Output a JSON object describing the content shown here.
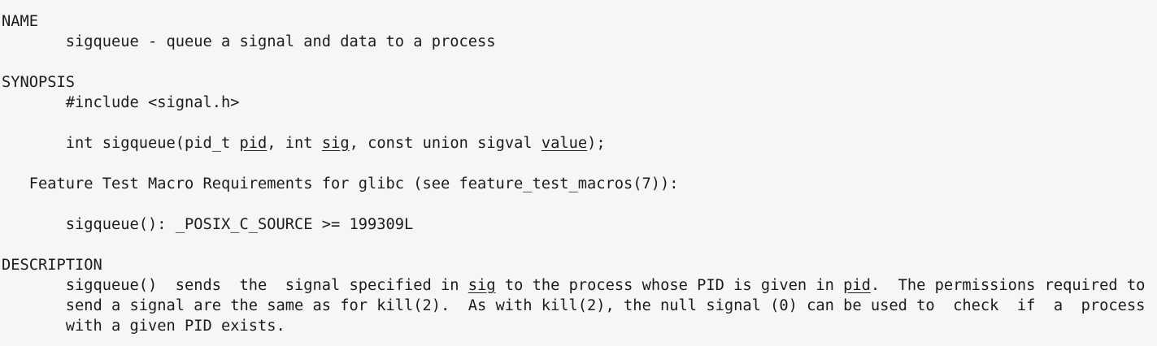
{
  "page": {
    "background_color": "#f6f6f6",
    "text_color": "#1c1c1c",
    "document_type": "man-page"
  },
  "man_page": {
    "lines": [
      {
        "name": "section-heading-name",
        "segments": [
          {
            "t": "NAME"
          }
        ]
      },
      {
        "name": "name-summary-line",
        "segments": [
          {
            "t": "       sigqueue - queue a signal and data to a process"
          }
        ]
      },
      {
        "name": "blank-line",
        "segments": []
      },
      {
        "name": "section-heading-synopsis",
        "segments": [
          {
            "t": "SYNOPSIS"
          }
        ]
      },
      {
        "name": "synopsis-include-line",
        "segments": [
          {
            "t": "       #include <signal.h>"
          }
        ]
      },
      {
        "name": "blank-line",
        "segments": []
      },
      {
        "name": "synopsis-prototype-line",
        "segments": [
          {
            "t": "       int sigqueue(pid_t "
          },
          {
            "t": "pid",
            "u": true
          },
          {
            "t": ", int "
          },
          {
            "t": "sig",
            "u": true
          },
          {
            "t": ", const union sigval "
          },
          {
            "t": "value",
            "u": true
          },
          {
            "t": ");"
          }
        ]
      },
      {
        "name": "blank-line",
        "segments": []
      },
      {
        "name": "feature-test-macro-heading-line",
        "segments": [
          {
            "t": "   Feature Test Macro Requirements for glibc (see feature_test_macros(7)):"
          }
        ]
      },
      {
        "name": "blank-line",
        "segments": []
      },
      {
        "name": "feature-test-macro-requirement-line",
        "segments": [
          {
            "t": "       sigqueue(): _POSIX_C_SOURCE >= 199309L"
          }
        ]
      },
      {
        "name": "blank-line",
        "segments": []
      },
      {
        "name": "section-heading-description",
        "segments": [
          {
            "t": "DESCRIPTION"
          }
        ]
      },
      {
        "name": "description-line-1",
        "segments": [
          {
            "t": "       sigqueue()  sends  the  signal specified in "
          },
          {
            "t": "sig",
            "u": true
          },
          {
            "t": " to the process whose PID is given in "
          },
          {
            "t": "pid",
            "u": true
          },
          {
            "t": ".  The permissions required to"
          }
        ]
      },
      {
        "name": "description-line-2",
        "segments": [
          {
            "t": "       send a signal are the same as for kill(2).  As with kill(2), the null signal (0) can be used to  check  if  a  process"
          }
        ]
      },
      {
        "name": "description-line-3",
        "segments": [
          {
            "t": "       with a given PID exists."
          }
        ]
      }
    ]
  }
}
